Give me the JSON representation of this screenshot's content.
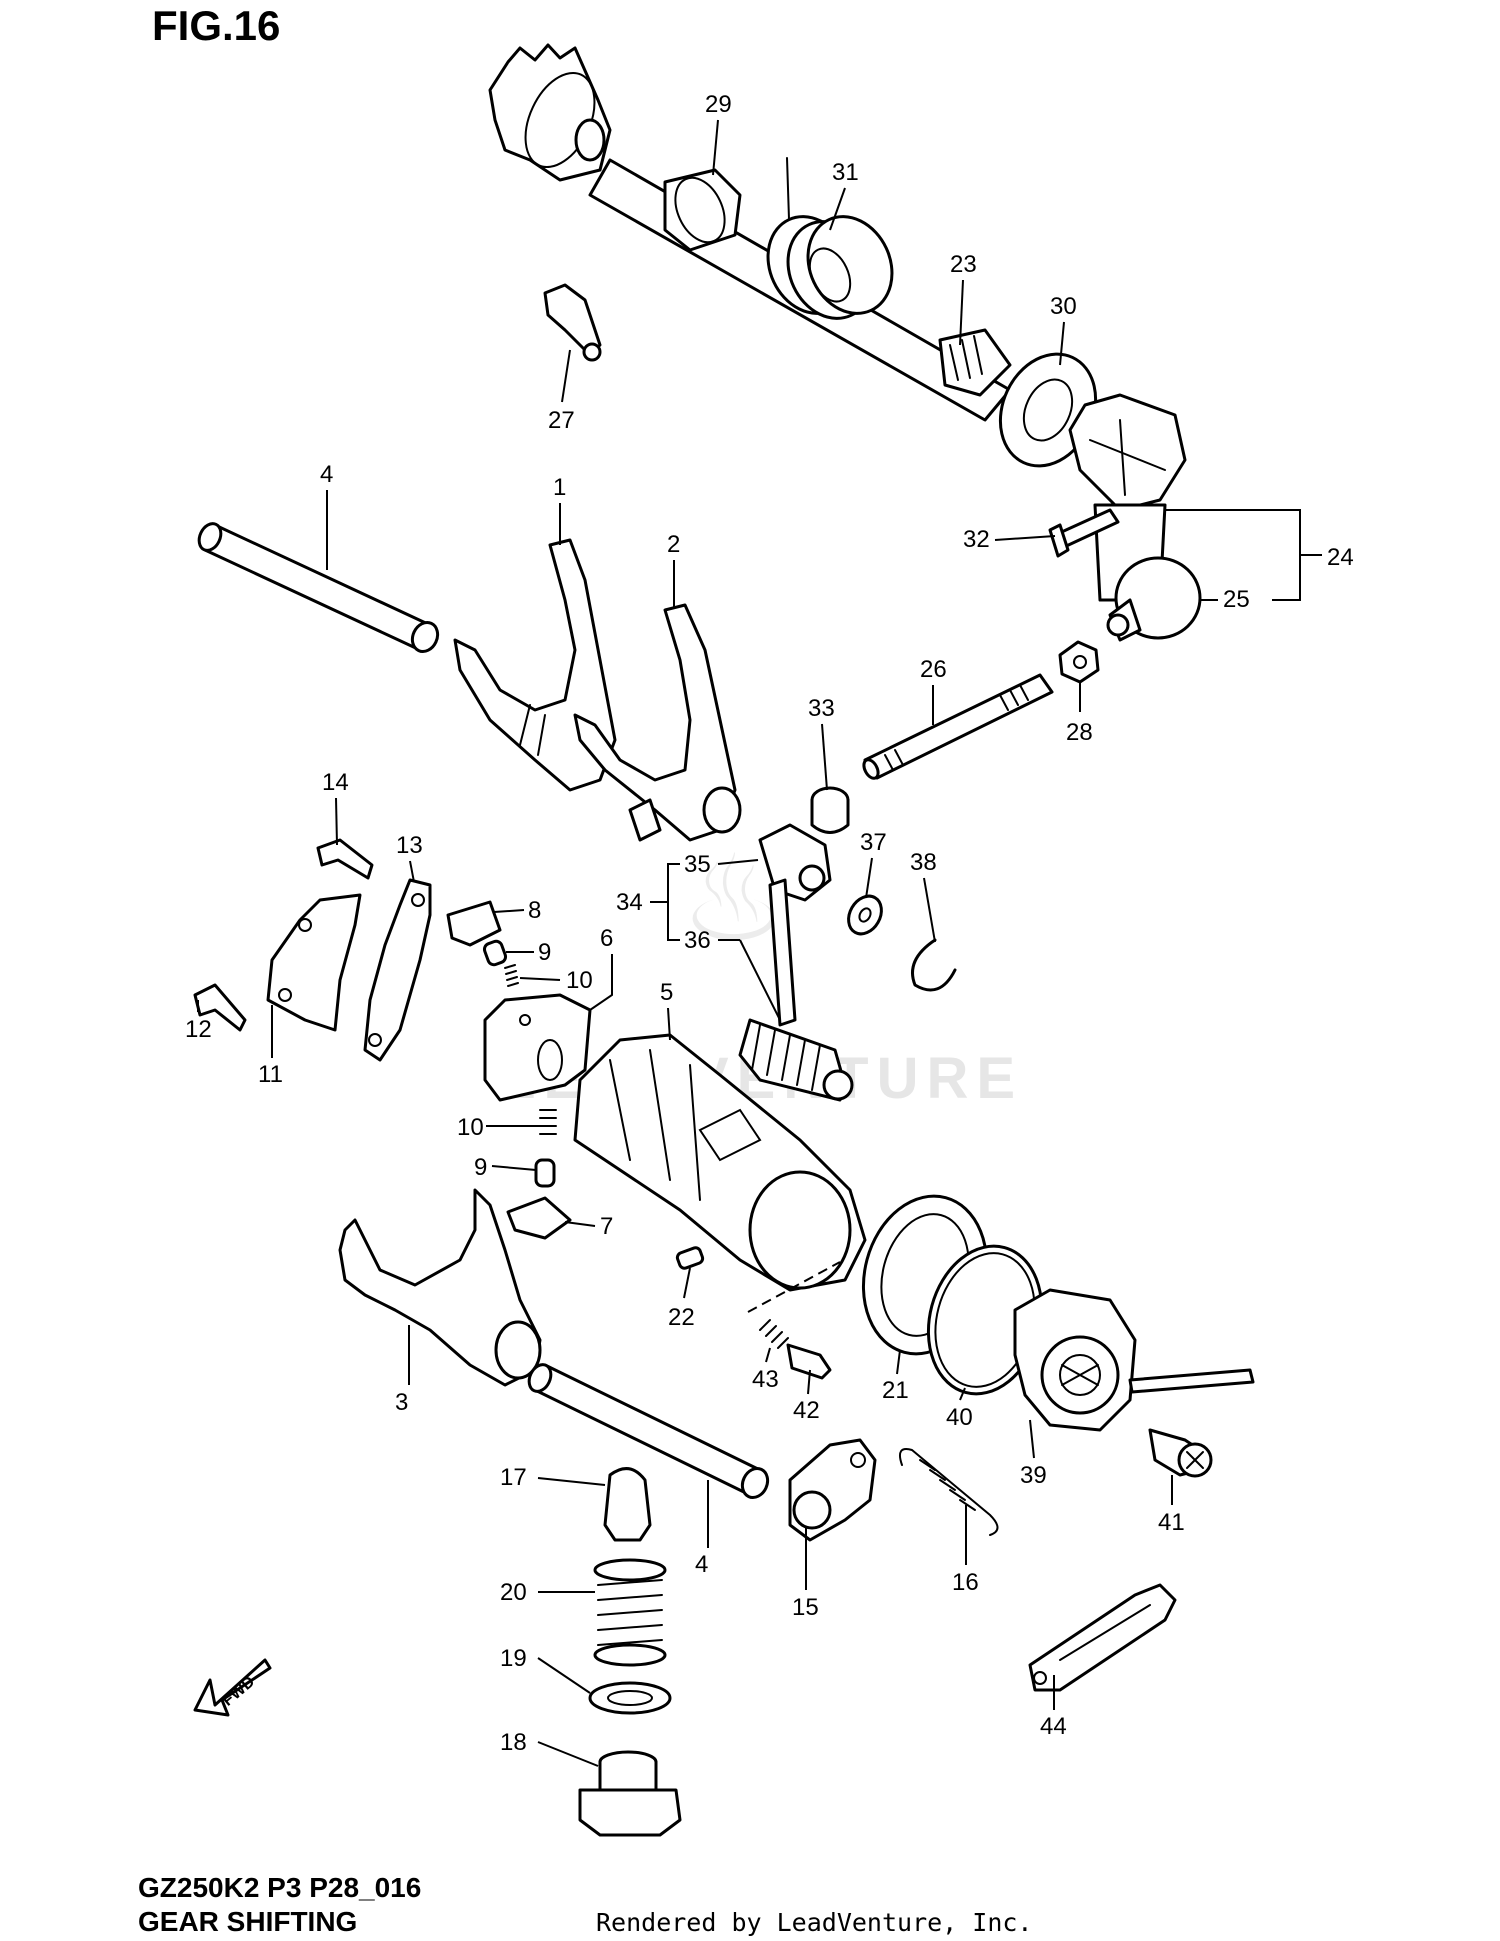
{
  "figure": {
    "title": "FIG.16",
    "model_code": "GZ250K2 P3 P28_016",
    "section_title": "GEAR SHIFTING",
    "credit": "Rendered by LeadVenture, Inc.",
    "watermark": "LEADVENTURE",
    "fwd_label": "FWD"
  },
  "callouts": [
    {
      "id": "1",
      "label": "1"
    },
    {
      "id": "2",
      "label": "2"
    },
    {
      "id": "3",
      "label": "3"
    },
    {
      "id": "4a",
      "label": "4"
    },
    {
      "id": "4b",
      "label": "4"
    },
    {
      "id": "5",
      "label": "5"
    },
    {
      "id": "6",
      "label": "6"
    },
    {
      "id": "7",
      "label": "7"
    },
    {
      "id": "8",
      "label": "8"
    },
    {
      "id": "9a",
      "label": "9"
    },
    {
      "id": "9b",
      "label": "9"
    },
    {
      "id": "10a",
      "label": "10"
    },
    {
      "id": "10b",
      "label": "10"
    },
    {
      "id": "11",
      "label": "11"
    },
    {
      "id": "12",
      "label": "12"
    },
    {
      "id": "13",
      "label": "13"
    },
    {
      "id": "14",
      "label": "14"
    },
    {
      "id": "15",
      "label": "15"
    },
    {
      "id": "16",
      "label": "16"
    },
    {
      "id": "17",
      "label": "17"
    },
    {
      "id": "18",
      "label": "18"
    },
    {
      "id": "19",
      "label": "19"
    },
    {
      "id": "20",
      "label": "20"
    },
    {
      "id": "21",
      "label": "21"
    },
    {
      "id": "22",
      "label": "22"
    },
    {
      "id": "23",
      "label": "23"
    },
    {
      "id": "24",
      "label": "24"
    },
    {
      "id": "25",
      "label": "25"
    },
    {
      "id": "26",
      "label": "26"
    },
    {
      "id": "27",
      "label": "27"
    },
    {
      "id": "28",
      "label": "28"
    },
    {
      "id": "29",
      "label": "29"
    },
    {
      "id": "30",
      "label": "30"
    },
    {
      "id": "31",
      "label": "31"
    },
    {
      "id": "32",
      "label": "32"
    },
    {
      "id": "33",
      "label": "33"
    },
    {
      "id": "34",
      "label": "34"
    },
    {
      "id": "35",
      "label": "35"
    },
    {
      "id": "36",
      "label": "36"
    },
    {
      "id": "37",
      "label": "37"
    },
    {
      "id": "38",
      "label": "38"
    },
    {
      "id": "39",
      "label": "39"
    },
    {
      "id": "40",
      "label": "40"
    },
    {
      "id": "41",
      "label": "41"
    },
    {
      "id": "42",
      "label": "42"
    },
    {
      "id": "43",
      "label": "43"
    },
    {
      "id": "44",
      "label": "44"
    }
  ]
}
